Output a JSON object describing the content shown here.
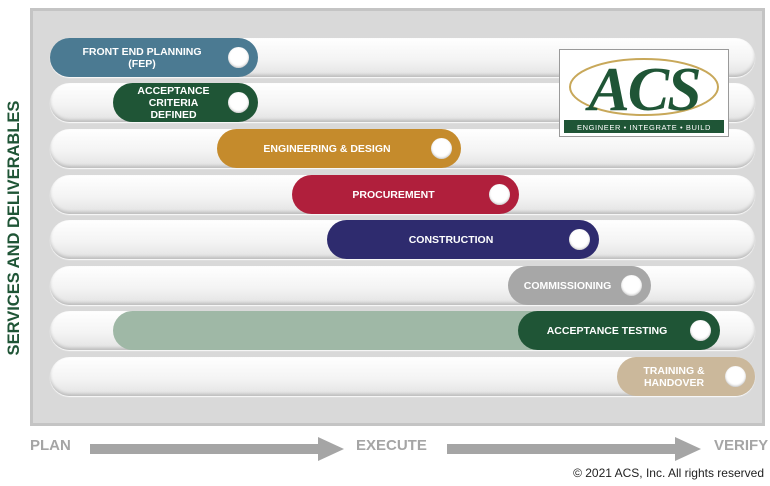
{
  "axis_title": "SERVICES AND DELIVERABLES",
  "logo": {
    "letters": "ACS",
    "tagline": "ENGINEER • INTEGRATE • BUILD"
  },
  "bars": [
    {
      "label": "FRONT END PLANNING (FEP)",
      "color": "#4b7a92"
    },
    {
      "label": "ACCEPTANCE CRITERIA DEFINED",
      "color": "#1f5536"
    },
    {
      "label": "ENGINEERING & DESIGN",
      "color": "#c58b2c"
    },
    {
      "label": "PROCUREMENT",
      "color": "#b01f3c"
    },
    {
      "label": "CONSTRUCTION",
      "color": "#2e2b6e"
    },
    {
      "label": "COMMISSIONING",
      "color": "#a7a7a7"
    },
    {
      "label": "ACCEPTANCE TESTING",
      "color": "#1f5536",
      "ghost_color": "#9fb8a6"
    },
    {
      "label": "TRAINING & HANDOVER",
      "color": "#cbb89b"
    }
  ],
  "phases": {
    "plan": "PLAN",
    "execute": "EXECUTE",
    "verify": "VERIFY"
  },
  "copyright": "© 2021 ACS, Inc. All rights reserved"
}
